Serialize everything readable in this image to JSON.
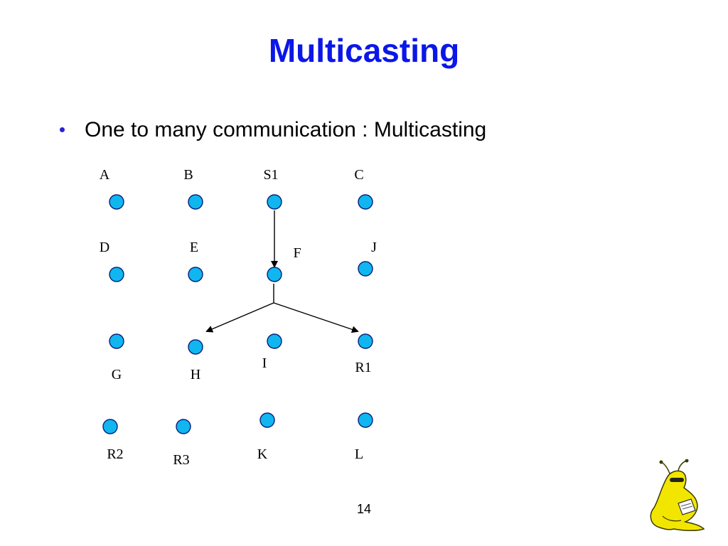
{
  "slide": {
    "title": "Multicasting",
    "bullet": "One to many communication : Multicasting",
    "page_number": "14"
  },
  "colors": {
    "title": "#0b17e8",
    "bullet_dot": "#2a20d8",
    "node_fill": "#10b6f0",
    "node_stroke": "#0a1f7a",
    "logo": "#f2e600"
  },
  "diagram": {
    "nodes": [
      {
        "id": "A",
        "label": "A"
      },
      {
        "id": "B",
        "label": "B"
      },
      {
        "id": "S1",
        "label": "S1"
      },
      {
        "id": "C",
        "label": "C"
      },
      {
        "id": "D",
        "label": "D"
      },
      {
        "id": "E",
        "label": "E"
      },
      {
        "id": "F",
        "label": "F"
      },
      {
        "id": "J",
        "label": "J"
      },
      {
        "id": "G",
        "label": "G"
      },
      {
        "id": "H",
        "label": "H"
      },
      {
        "id": "I",
        "label": "I"
      },
      {
        "id": "R1",
        "label": "R1"
      },
      {
        "id": "R2",
        "label": "R2"
      },
      {
        "id": "R3",
        "label": "R3"
      },
      {
        "id": "K",
        "label": "K"
      },
      {
        "id": "L",
        "label": "L"
      }
    ],
    "edges": [
      {
        "from": "S1",
        "to": "F",
        "type": "arrow"
      },
      {
        "from": "F",
        "to": "H",
        "type": "arrow"
      },
      {
        "from": "F",
        "to": "R1",
        "type": "arrow"
      }
    ]
  },
  "logo": {
    "icon": "slug-mascot-icon"
  }
}
